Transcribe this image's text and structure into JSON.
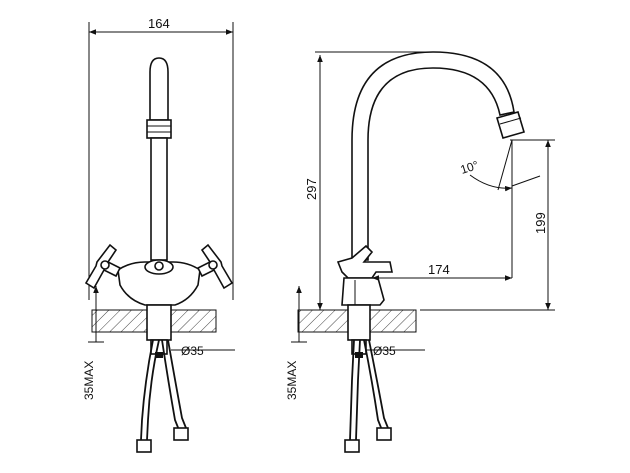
{
  "front_view": {
    "width_dim": "164",
    "base_dim": "35MAX",
    "hole_dim": "Ø35"
  },
  "side_view": {
    "height_dim": "297",
    "reach_dim": "174",
    "outlet_height_dim": "199",
    "angle_dim": "10°",
    "base_dim": "35MAX",
    "hole_dim": "Ø35"
  }
}
